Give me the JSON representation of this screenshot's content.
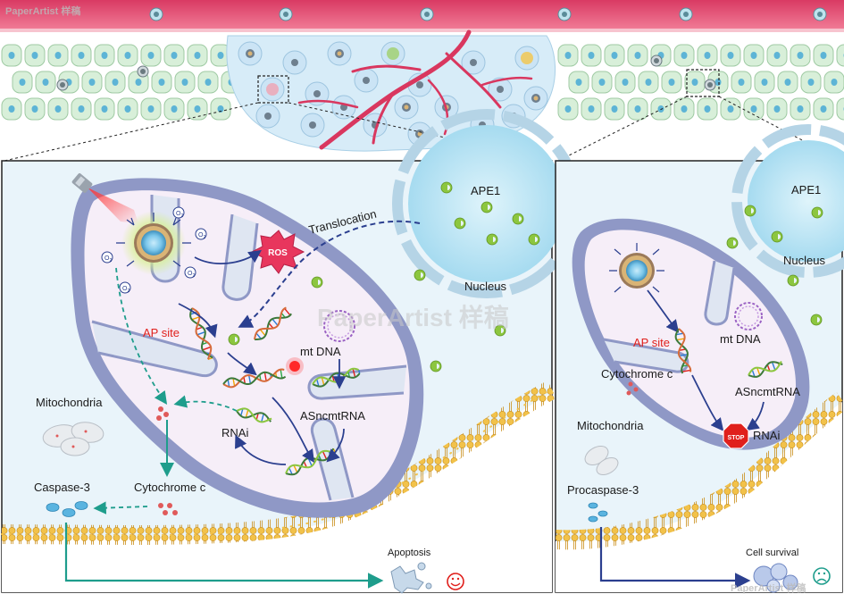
{
  "watermarks": {
    "top_left": "PaperArtist 样稿",
    "center": "PaperArtist 样稿",
    "bottom_right": "PaperArtist 样稿"
  },
  "left_panel": {
    "ros": "ROS",
    "translocation": "Translocation",
    "ape1": "APE1",
    "nucleus": "Nucleus",
    "ap_site": "AP site",
    "mt_dna": "mt DNA",
    "asncmtrna": "ASncmtRNA",
    "rnai": "RNAi",
    "mitochondria": "Mitochondria",
    "caspase3": "Caspase-3",
    "cytochrome_c": "Cytochrome c",
    "apoptosis": "Apoptosis",
    "o2_label": "O",
    "o2_sub": "2"
  },
  "right_panel": {
    "ape1": "APE1",
    "nucleus": "Nucleus",
    "ap_site": "AP site",
    "mt_dna": "mt DNA",
    "cytochrome_c": "Cytochrome c",
    "asncmtrna": "ASncmtRNA",
    "stop": "STOP",
    "rnai": "RNAi",
    "mitochondria": "Mitochondria",
    "procaspase3": "Procaspase-3",
    "cell_survival": "Cell survival"
  },
  "colors": {
    "vessel": "#e0476b",
    "tissue_cell": "#d8efd9",
    "tumor_cell": "#cfe6f4",
    "cytoplasm": "#e8f4fb",
    "mito_outer": "#8f98c6",
    "mito_inner": "#f6eef8",
    "membrane": "#e9b43a",
    "arrow_teal": "#1e9d8c",
    "arrow_navy": "#2b3f8f",
    "ape1_green": "#8cc63f",
    "stop_red": "#e0201c"
  }
}
